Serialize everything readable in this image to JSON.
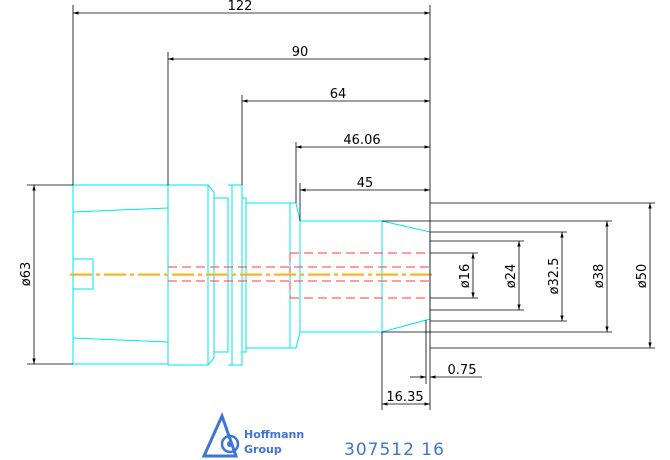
{
  "drawing": {
    "dimensions": {
      "length_122": "122",
      "length_90": "90",
      "length_64": "64",
      "length_46_06": "46.06",
      "length_45": "45",
      "dia_63": "ø63",
      "dia_16": "ø16",
      "dia_24": "ø24",
      "dia_32_5": "ø32.5",
      "dia_38": "ø38",
      "dia_50": "ø50",
      "offset_0_75": "0.75",
      "length_16_35": "16.35"
    },
    "footer": {
      "brand_line1": "Hoffmann",
      "brand_line2": "Group",
      "part_number": "307512  16"
    },
    "colors": {
      "outline": "#00e5ee",
      "hidden_line": "#ff3b3b",
      "center_line": "#e8d800",
      "dimension": "#000000",
      "logo": "#3d74d6"
    }
  }
}
